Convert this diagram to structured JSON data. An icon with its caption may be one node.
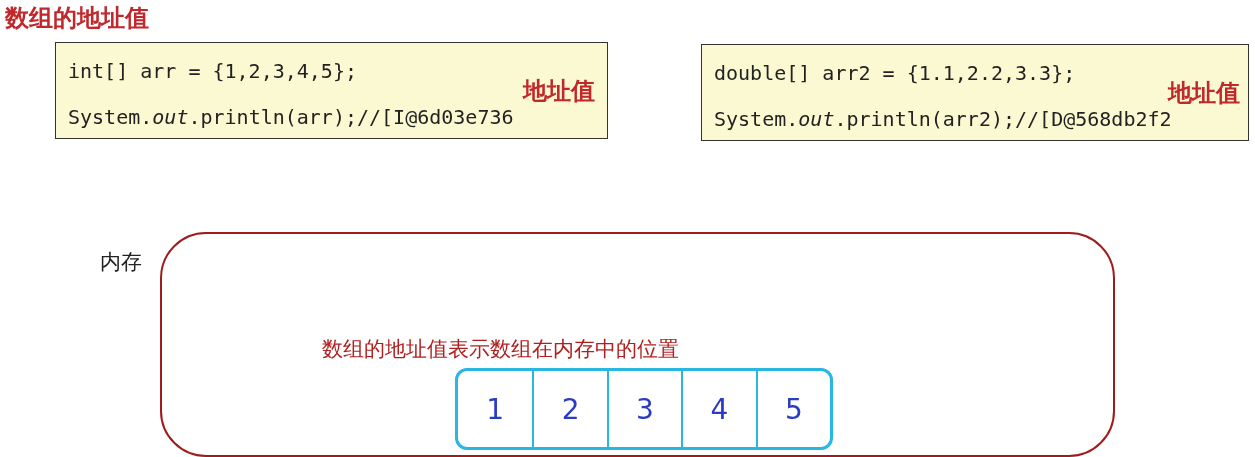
{
  "diagram": {
    "title": "数组的地址值",
    "nodes": [
      {
        "text": [
          "int[] arr = {1,2,3,4,5};",
          "地址值",
          "System.*out*.println(arr);//[I@6d03e736"
        ]
      },
      {
        "text": [
          "double[] arr2 = {1.1,2.2,3.3};",
          "地址值",
          "System.*out*.println(arr2);//[D@568db2f2"
        ]
      },
      {
        "text": [
          "内存",
          "数组的地址值表示数组在内存中的位置"
        ]
      },
      {
        "text": [],
        "shape": "box",
        "in": 2
      },
      {
        "text": [
          "1"
        ],
        "in": 3
      },
      {
        "text": [
          "2"
        ],
        "in": 3
      },
      {
        "text": [
          "3"
        ],
        "in": 3
      },
      {
        "text": [
          "4"
        ],
        "in": 3
      },
      {
        "text": [
          "5"
        ],
        "in": 3
      }
    ],
    "edges": []
  }
}
